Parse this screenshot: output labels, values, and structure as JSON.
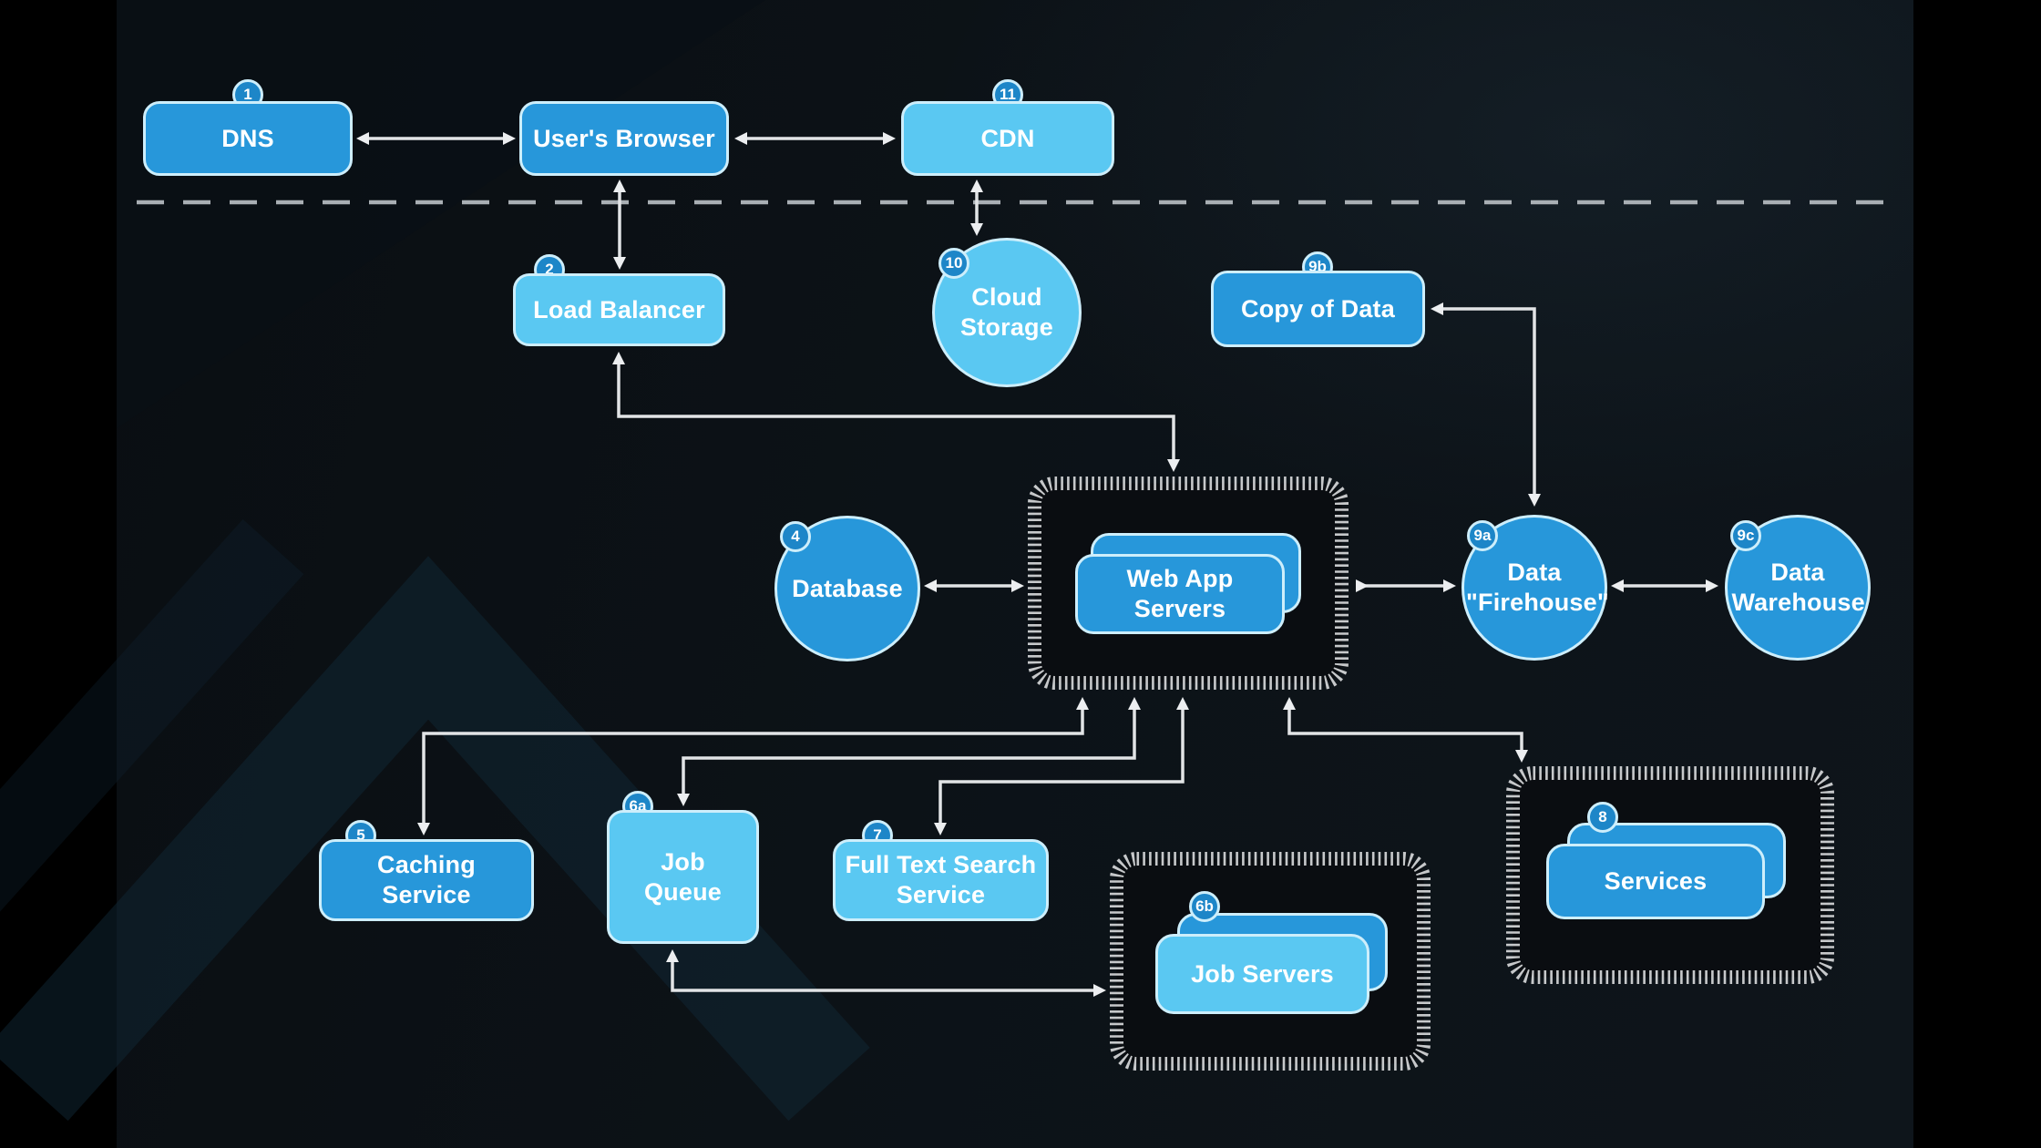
{
  "diagram": {
    "title": "Web application architecture diagram",
    "nodes": {
      "dns": {
        "badge": "1",
        "label": "DNS"
      },
      "users_browser": {
        "label": "User's Browser"
      },
      "cdn": {
        "badge": "11",
        "label": "CDN"
      },
      "load_balancer": {
        "badge": "2",
        "label": "Load Balancer"
      },
      "cloud_storage": {
        "badge": "10",
        "label": "Cloud Storage"
      },
      "copy_of_data": {
        "badge": "9b",
        "label": "Copy of Data"
      },
      "database": {
        "badge": "4",
        "label": "Database"
      },
      "web_app_servers": {
        "label": "Web App Servers"
      },
      "data_firehouse": {
        "badge": "9a",
        "label": "Data \"Firehouse\""
      },
      "data_warehouse": {
        "badge": "9c",
        "label": "Data Warehouse"
      },
      "caching_service": {
        "badge": "5",
        "label": "Caching Service"
      },
      "job_queue": {
        "badge": "6a",
        "label": "Job Queue"
      },
      "full_text_search": {
        "badge": "7",
        "label": "Full Text Search Service"
      },
      "job_servers": {
        "badge": "6b",
        "label": "Job Servers"
      },
      "services": {
        "badge": "8",
        "label": "Services"
      }
    },
    "edges": [
      {
        "from": "dns",
        "to": "users_browser",
        "style": "bidirectional"
      },
      {
        "from": "users_browser",
        "to": "cdn",
        "style": "bidirectional"
      },
      {
        "from": "users_browser",
        "to": "load_balancer",
        "style": "bidirectional"
      },
      {
        "from": "cdn",
        "to": "cloud_storage",
        "style": "bidirectional"
      },
      {
        "from": "load_balancer",
        "to": "web_app_servers",
        "style": "bidirectional"
      },
      {
        "from": "database",
        "to": "web_app_servers",
        "style": "bidirectional"
      },
      {
        "from": "web_app_servers",
        "to": "data_firehouse",
        "style": "forward"
      },
      {
        "from": "data_firehouse",
        "to": "data_warehouse",
        "style": "bidirectional"
      },
      {
        "from": "data_firehouse",
        "to": "copy_of_data",
        "style": "bidirectional"
      },
      {
        "from": "web_app_servers",
        "to": "caching_service",
        "style": "bidirectional"
      },
      {
        "from": "web_app_servers",
        "to": "job_queue",
        "style": "bidirectional"
      },
      {
        "from": "web_app_servers",
        "to": "full_text_search",
        "style": "bidirectional"
      },
      {
        "from": "web_app_servers",
        "to": "services",
        "style": "bidirectional"
      },
      {
        "from": "job_queue",
        "to": "job_servers",
        "style": "bidirectional"
      }
    ],
    "colors": {
      "node_blue": "#2797da",
      "node_cyan": "#5ac8f2",
      "node_border": "#cdeefb",
      "badge_fill": "#1d86c8",
      "connector": "#e2e4e6",
      "divider": "#a9afb4",
      "background": "#0b1015"
    }
  }
}
